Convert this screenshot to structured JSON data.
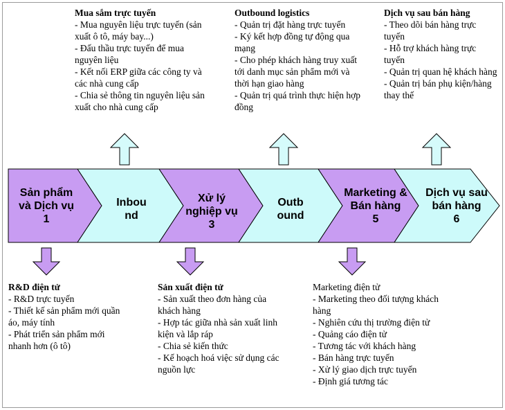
{
  "colors": {
    "purple": "#c89cf2",
    "cyan": "#cdfafa",
    "arrow_purple": "#c89cf2",
    "arrow_cyan": "#d5fbfb",
    "stroke": "#000000"
  },
  "stages": [
    {
      "label": "Sản phẩm\nvà Dịch vụ\n1",
      "fill": "purple"
    },
    {
      "label": "Inbou\nnd",
      "fill": "cyan"
    },
    {
      "label": "Xử lý\nnghiệp vụ\n3",
      "fill": "purple"
    },
    {
      "label": "Outb\nound",
      "fill": "cyan"
    },
    {
      "label": "Marketing &\nBán hàng\n5",
      "fill": "purple"
    },
    {
      "label": "Dịch vụ sau\nbán hàng\n6",
      "fill": "cyan"
    }
  ],
  "top_blocks": {
    "procurement": {
      "title": "Mua sắm trực tuyến",
      "items": [
        "- Mua nguyên liệu trực tuyến (sản xuất ô tô, máy bay...)",
        "- Đấu thầu trực tuyến để mua nguyên liệu",
        "- Kết nối ERP giữa các công ty và các nhà cung cấp",
        "- Chia sẻ thông tin nguyên liệu sản xuất cho nhà cung cấp"
      ]
    },
    "outbound": {
      "title": "Outbound logistics",
      "items": [
        "- Quản trị đặt hàng trực tuyến",
        "- Ký kết hợp đồng tự động qua mạng",
        "- Cho phép khách hàng truy xuất tới danh mục sản phẩm mới và thời hạn giao hàng",
        "- Quản trị quá trình thực hiện hợp đồng"
      ]
    },
    "service": {
      "title": "Dịch vụ sau bán hàng",
      "items": [
        "- Theo dõi bán hàng trực tuyến",
        "- Hỗ trợ khách hàng trực tuyến",
        "- Quản trị quan hệ khách hàng",
        "- Quản trị bán phụ kiện/hàng thay thế"
      ]
    }
  },
  "bottom_blocks": {
    "rnd": {
      "title": "R&D điện tử",
      "items": [
        "- R&D trực tuyến",
        "- Thiết kế sản phẩm mới quần áo, máy tính",
        "- Phát triển sản phẩm mới nhanh hơn (ô tô)"
      ]
    },
    "production": {
      "title": "Sản xuất điện tử",
      "items": [
        "- Sản xuất theo đơn hàng của khách hàng",
        "- Hợp tác giữa nhà sản xuất linh kiện và lắp ráp",
        "- Chia sẻ kiến thức",
        "- Kế hoạch hoá việc sử dụng các nguồn lực"
      ]
    },
    "marketing": {
      "title": "Marketing điện tử",
      "items": [
        "- Marketing theo đối tượng khách hàng",
        "- Nghiên cứu thị trường điện tử",
        "- Quảng cáo điện tử",
        "- Tương tác với khách hàng",
        "- Bán hàng trực tuyến",
        "- Xử lý giao dịch trực tuyến",
        "- Định giá tương tác"
      ]
    }
  }
}
